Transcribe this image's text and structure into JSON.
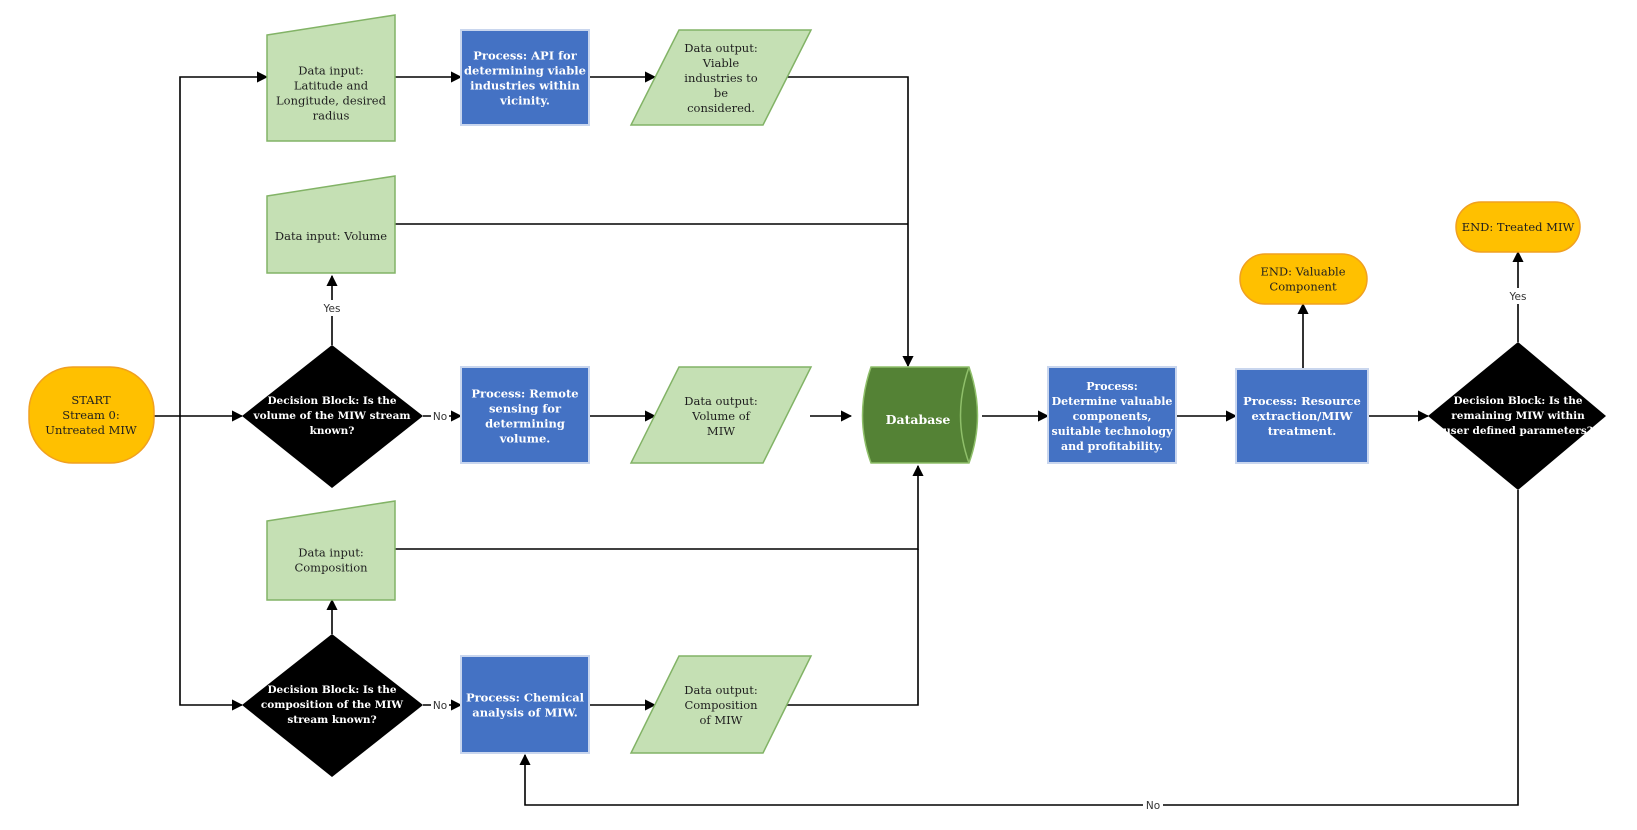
{
  "colors": {
    "terminal_fill": "#ffc000",
    "terminal_stroke": "#f0a020",
    "process_fill": "#4472c4",
    "process_stroke": "#c9d6ee",
    "data_fill": "#c5e0b4",
    "data_stroke": "#82b366",
    "decision_fill": "#000000",
    "database_fill": "#548235",
    "database_stroke": "#8fbf6a"
  },
  "nodes": {
    "start": [
      "START",
      "Stream 0:",
      "Untreated MIW"
    ],
    "input_latlon": [
      "Data input:",
      "Latitude and",
      "Longitude, desired",
      "radius"
    ],
    "process_api": [
      "Process: API for",
      "determining viable",
      "industries within",
      "vicinity."
    ],
    "output_industries": [
      "Data output:",
      "Viable",
      "industries to",
      "be",
      "considered."
    ],
    "input_volume": [
      "Data input: Volume"
    ],
    "decision_volume": [
      "Decision Block: Is the",
      "volume of the MIW stream",
      "known?"
    ],
    "process_remote": [
      "Process: Remote",
      "sensing for",
      "determining",
      "volume."
    ],
    "output_volume": [
      "Data output:",
      "Volume of",
      "MIW"
    ],
    "database": [
      "Database"
    ],
    "process_determine": [
      "Process:",
      "Determine valuable",
      "components,",
      "suitable technology",
      "and profitability."
    ],
    "process_extraction": [
      "Process: Resource",
      "extraction/MIW",
      "treatment."
    ],
    "end_valuable": [
      "END: Valuable",
      "Component"
    ],
    "end_treated": [
      "END: Treated MIW"
    ],
    "decision_remaining": [
      "Decision Block: Is the",
      "remaining MIW within",
      "user defined parameters?"
    ],
    "input_composition": [
      "Data input:",
      "Composition"
    ],
    "decision_composition": [
      "Decision Block: Is the",
      "composition of the MIW",
      "stream known?"
    ],
    "process_chemical": [
      "Process: Chemical",
      "analysis of MIW."
    ],
    "output_composition": [
      "Data output:",
      "Composition",
      "of MIW"
    ]
  },
  "edge_labels": {
    "volume_yes": "Yes",
    "volume_no": "No",
    "composition_no": "No",
    "remaining_yes": "Yes",
    "remaining_no": "No"
  }
}
